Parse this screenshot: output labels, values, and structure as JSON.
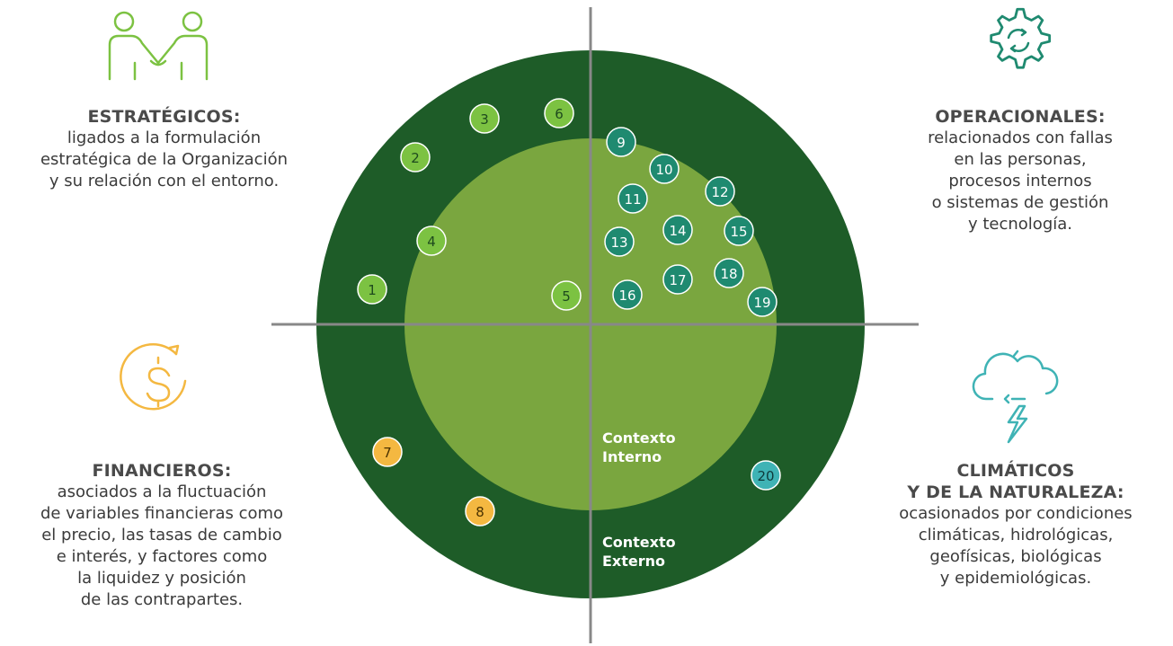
{
  "categories": {
    "estrategicos": {
      "title": "ESTRATÉGICOS:",
      "lines": [
        "ligados a la formulación",
        "estratégica de la Organización",
        "y su relación con el entorno."
      ],
      "icon": "handshake-icon",
      "color": "#7cc242"
    },
    "operacionales": {
      "title": "OPERACIONALES:",
      "lines": [
        "relacionados con fallas",
        "en las personas,",
        "procesos internos",
        "o sistemas de gestión",
        "y tecnología."
      ],
      "icon": "gear-cycle-icon",
      "color": "#1f8a70"
    },
    "financieros": {
      "title": "FINANCIEROS:",
      "lines": [
        "asociados a la fluctuación",
        "de variables financieras como",
        "el precio, las tasas de cambio",
        "e interés, y factores como",
        "la liquidez y posición",
        "de las contrapartes."
      ],
      "icon": "dollar-coin-icon",
      "color": "#f4b841"
    },
    "climaticos": {
      "title_lines": [
        "CLIMÁTICOS",
        "Y DE LA NATURALEZA:"
      ],
      "lines": [
        "ocasionados por condiciones",
        "climáticas, hidrológicas,",
        "geofísicas, biológicas",
        "y epidemiológicas."
      ],
      "icon": "storm-cloud-icon",
      "color": "#3fb3b5"
    }
  },
  "context": {
    "internal": [
      "Contexto",
      "Interno"
    ],
    "external": [
      "Contexto",
      "Externo"
    ]
  },
  "colors": {
    "outer_ring": "#1e5c28",
    "inner_circle": "#7aa63f",
    "strategic": "#7cc242",
    "operational": "#1f8a70",
    "financial": "#f4b841",
    "climatic": "#3fb3b5",
    "axis": "#888888"
  },
  "risks": [
    {
      "label": "1",
      "category": "strategic"
    },
    {
      "label": "2",
      "category": "strategic"
    },
    {
      "label": "3",
      "category": "strategic"
    },
    {
      "label": "4",
      "category": "strategic"
    },
    {
      "label": "5",
      "category": "strategic"
    },
    {
      "label": "6",
      "category": "strategic"
    },
    {
      "label": "7",
      "category": "financial"
    },
    {
      "label": "8",
      "category": "financial"
    },
    {
      "label": "9",
      "category": "operational"
    },
    {
      "label": "10",
      "category": "operational"
    },
    {
      "label": "11",
      "category": "operational"
    },
    {
      "label": "12",
      "category": "operational"
    },
    {
      "label": "13",
      "category": "operational"
    },
    {
      "label": "14",
      "category": "operational"
    },
    {
      "label": "15",
      "category": "operational"
    },
    {
      "label": "16",
      "category": "operational"
    },
    {
      "label": "17",
      "category": "operational"
    },
    {
      "label": "18",
      "category": "operational"
    },
    {
      "label": "19",
      "category": "operational"
    },
    {
      "label": "20",
      "category": "climatic"
    }
  ]
}
